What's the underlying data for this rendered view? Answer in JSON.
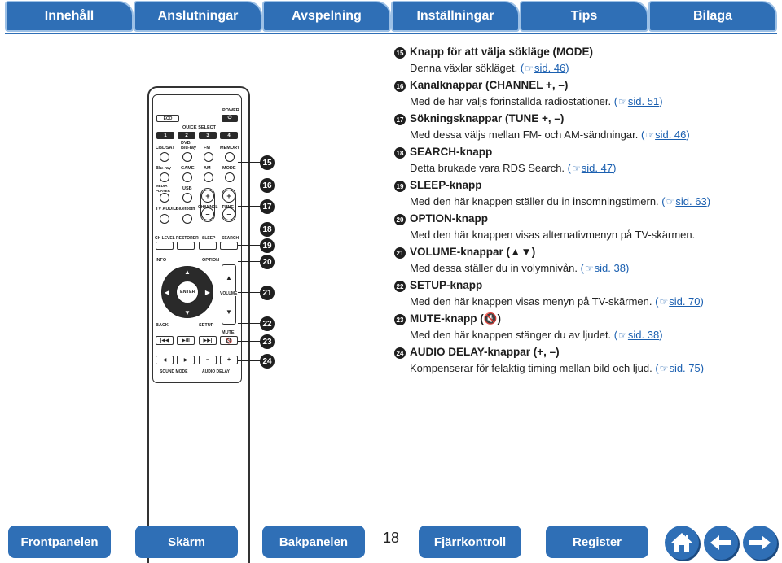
{
  "tabs": [
    {
      "label": "Innehåll"
    },
    {
      "label": "Anslutningar"
    },
    {
      "label": "Avspelning"
    },
    {
      "label": "Inställningar"
    },
    {
      "label": "Tips"
    },
    {
      "label": "Bilaga"
    }
  ],
  "remote": {
    "eco": "ECO",
    "power": "POWER",
    "quick_select": "QUICK SELECT",
    "quick_nums": [
      "1",
      "2",
      "3",
      "4"
    ],
    "cbl_sat": "CBL/SAT",
    "dvd_bluray": "DVD/\nBlu-ray",
    "fm": "FM",
    "memory": "MEMORY",
    "bluray": "Blu-ray",
    "game": "GAME",
    "am": "AM",
    "mode": "MODE",
    "media_player": "MEDIA\nPLAYER",
    "usb": "USB",
    "tv_audio": "TV AUDIO",
    "bluetooth": "Bluetooth",
    "channel": "CHANNEL",
    "tune": "TUNE",
    "ch_level": "CH LEVEL",
    "restorer": "RESTORER",
    "sleep": "SLEEP",
    "search": "SEARCH",
    "info": "INFO",
    "option": "OPTION",
    "enter": "ENTER",
    "volume": "VOLUME",
    "back": "BACK",
    "setup": "SETUP",
    "mute": "MUTE",
    "sound_mode": "SOUND MODE",
    "audio_delay": "AUDIO DELAY"
  },
  "callouts": [
    "15",
    "16",
    "17",
    "18",
    "19",
    "20",
    "21",
    "22",
    "23",
    "24"
  ],
  "items": [
    {
      "num": "15",
      "title": "Knapp för att välja sökläge (MODE)",
      "text": "Denna växlar sökläget.",
      "ref": "sid. 46"
    },
    {
      "num": "16",
      "title": "Kanalknappar (CHANNEL +, –)",
      "text": "Med de här väljs förinställda radiostationer.",
      "ref": "sid. 51"
    },
    {
      "num": "17",
      "title": "Sökningsknappar (TUNE +, –)",
      "text": "Med dessa väljs mellan FM- och AM-sändningar.",
      "ref": "sid. 46"
    },
    {
      "num": "18",
      "title": "SEARCH-knapp",
      "text": "Detta brukade vara RDS Search.",
      "ref": "sid. 47"
    },
    {
      "num": "19",
      "title": "SLEEP-knapp",
      "text": "Med den här knappen ställer du in insomningstimern.",
      "ref": "sid. 63"
    },
    {
      "num": "20",
      "title": "OPTION-knapp",
      "text": "Med den här knappen visas alternativmenyn på TV-skärmen.",
      "ref": ""
    },
    {
      "num": "21",
      "title": "VOLUME-knappar (▲▼)",
      "text": "Med dessa ställer du in volymnivån.",
      "ref": "sid. 38"
    },
    {
      "num": "22",
      "title": "SETUP-knapp",
      "text": "Med den här knappen visas menyn på TV-skärmen.",
      "ref": "sid. 70"
    },
    {
      "num": "23",
      "title": "MUTE-knapp (🔇)",
      "text": "Med den här knappen stänger du av ljudet.",
      "ref": "sid. 38"
    },
    {
      "num": "24",
      "title": "AUDIO DELAY-knappar (+, –)",
      "text": "Kompenserar för felaktig timing mellan bild och ljud.",
      "ref": "sid. 75"
    }
  ],
  "bottom_nav": {
    "frontpanelen": "Frontpanelen",
    "skarm": "Skärm",
    "bakpanelen": "Bakpanelen",
    "page_number": "18",
    "fjarrkontroll": "Fjärrkontroll",
    "register": "Register"
  },
  "icons": {
    "home": "home-icon",
    "back": "arrow-left-icon",
    "forward": "arrow-right-icon",
    "hand": "pointing-hand-icon"
  },
  "colors": {
    "accent": "#2f6fb6",
    "accent_dark": "#1c4a80",
    "link": "#1a5fb0"
  }
}
